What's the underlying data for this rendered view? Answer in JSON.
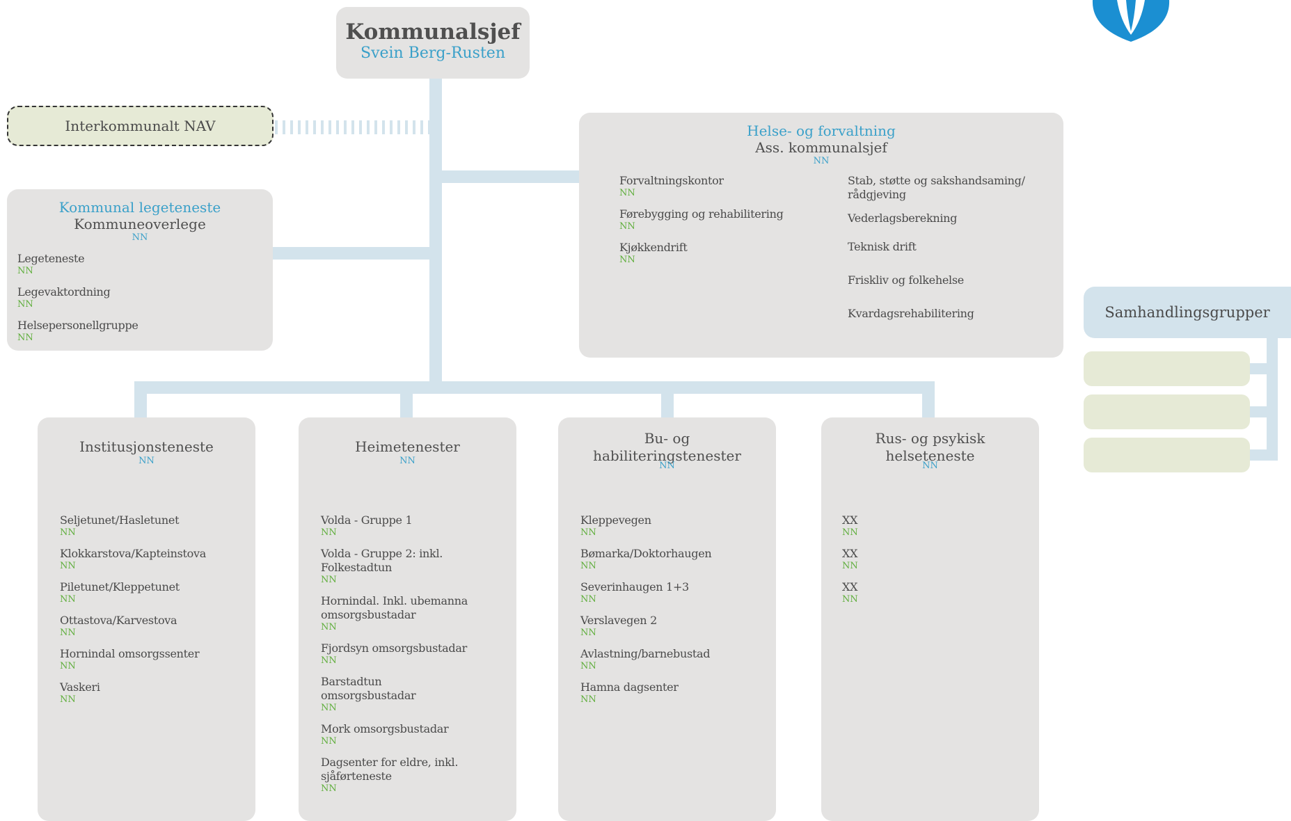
{
  "top": {
    "title": "Kommunalsjef",
    "name": "Svein Berg-Rusten"
  },
  "nav": {
    "label": "Interkommunalt NAV"
  },
  "legeteneste": {
    "title": "Kommunal legeteneste",
    "role": "Kommuneoverlege",
    "nn": "NN",
    "items": [
      {
        "name": "Legeteneste",
        "nn": "NN"
      },
      {
        "name": "Legevaktordning",
        "nn": "NN"
      },
      {
        "name": "Helsepersonellgruppe",
        "nn": "NN"
      }
    ]
  },
  "helse": {
    "title": "Helse- og forvaltning",
    "role": "Ass. kommunalsjef",
    "nn": "NN",
    "left_items": [
      {
        "name": "Forvaltningskontor",
        "nn": "NN"
      },
      {
        "name": "Førebygging og rehabilitering",
        "nn": "NN"
      },
      {
        "name": "Kjøkkendrift",
        "nn": "NN"
      }
    ],
    "right_items": [
      {
        "name": "Stab, støtte og sakshandsaming/ rådgjeving"
      },
      {
        "name": "Vederlagsberekning"
      },
      {
        "name": "Teknisk drift"
      },
      {
        "name": "Friskliv og folkehelse"
      },
      {
        "name": "Kvardagsrehabilitering"
      }
    ]
  },
  "samhandling": {
    "label": "Samhandlingsgrupper"
  },
  "columns": [
    {
      "title": "Institusjonsteneste",
      "nn": "NN",
      "items": [
        {
          "name": "Seljetunet/Hasletunet",
          "nn": "NN"
        },
        {
          "name": "Klokkarstova/Kapteinstova",
          "nn": "NN"
        },
        {
          "name": "Piletunet/Kleppetunet",
          "nn": "NN"
        },
        {
          "name": "Ottastova/Karvestova",
          "nn": "NN"
        },
        {
          "name": "Hornindal omsorgssenter",
          "nn": "NN"
        },
        {
          "name": "Vaskeri",
          "nn": "NN"
        }
      ]
    },
    {
      "title": "Heimetenester",
      "nn": "NN",
      "items": [
        {
          "name": "Volda - Gruppe 1",
          "nn": "NN"
        },
        {
          "name": "Volda - Gruppe 2: inkl. Folkestadtun",
          "nn": "NN"
        },
        {
          "name": "Hornindal. Inkl. ubemanna omsorgsbustadar",
          "nn": "NN"
        },
        {
          "name": "Fjordsyn omsorgsbustadar",
          "nn": "NN"
        },
        {
          "name": "Barstadtun omsorgsbustadar",
          "nn": "NN"
        },
        {
          "name": "Mork omsorgsbustadar",
          "nn": "NN"
        },
        {
          "name": "Dagsenter for eldre, inkl. sjåførteneste",
          "nn": "NN"
        }
      ]
    },
    {
      "title": "Bu- og habiliteringstenester",
      "nn": "NN",
      "items": [
        {
          "name": "Kleppevegen",
          "nn": "NN"
        },
        {
          "name": "Bømarka/Doktorhaugen",
          "nn": "NN"
        },
        {
          "name": "Severinhaugen 1+3",
          "nn": "NN"
        },
        {
          "name": "Verslavegen 2",
          "nn": "NN"
        },
        {
          "name": "Avlastning/barnebustad",
          "nn": "NN"
        },
        {
          "name": "Hamna dagsenter",
          "nn": "NN"
        }
      ]
    },
    {
      "title": "Rus- og psykisk helseteneste",
      "nn": "NN",
      "items": [
        {
          "name": "XX",
          "nn": "NN"
        },
        {
          "name": "XX",
          "nn": "NN"
        },
        {
          "name": "XX",
          "nn": "NN"
        }
      ]
    }
  ],
  "colors": {
    "accent_blue": "#3aa0c9",
    "nn_green": "#5fae3c",
    "box_grey": "#e4e3e2",
    "connector": "#d3e3ec",
    "group_green": "#e6ead6"
  }
}
